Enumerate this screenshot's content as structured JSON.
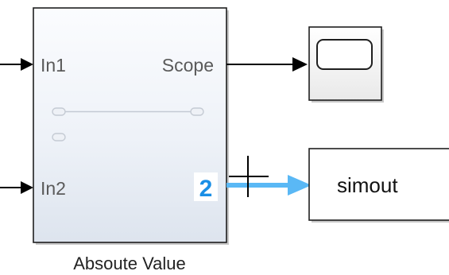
{
  "diagram": {
    "subsystem": {
      "inports": [
        "In1",
        "In2"
      ],
      "outports": [
        "Scope"
      ],
      "caption": "Absoute Value"
    },
    "scope_block": {
      "icon": "scope-display-icon"
    },
    "to_workspace_block": {
      "label": "simout"
    },
    "selected_signal": {
      "port_number_badge": "2",
      "highlight_color": "#5ab8f5"
    },
    "cursor": {
      "icon": "crosshair-cursor-icon"
    }
  }
}
